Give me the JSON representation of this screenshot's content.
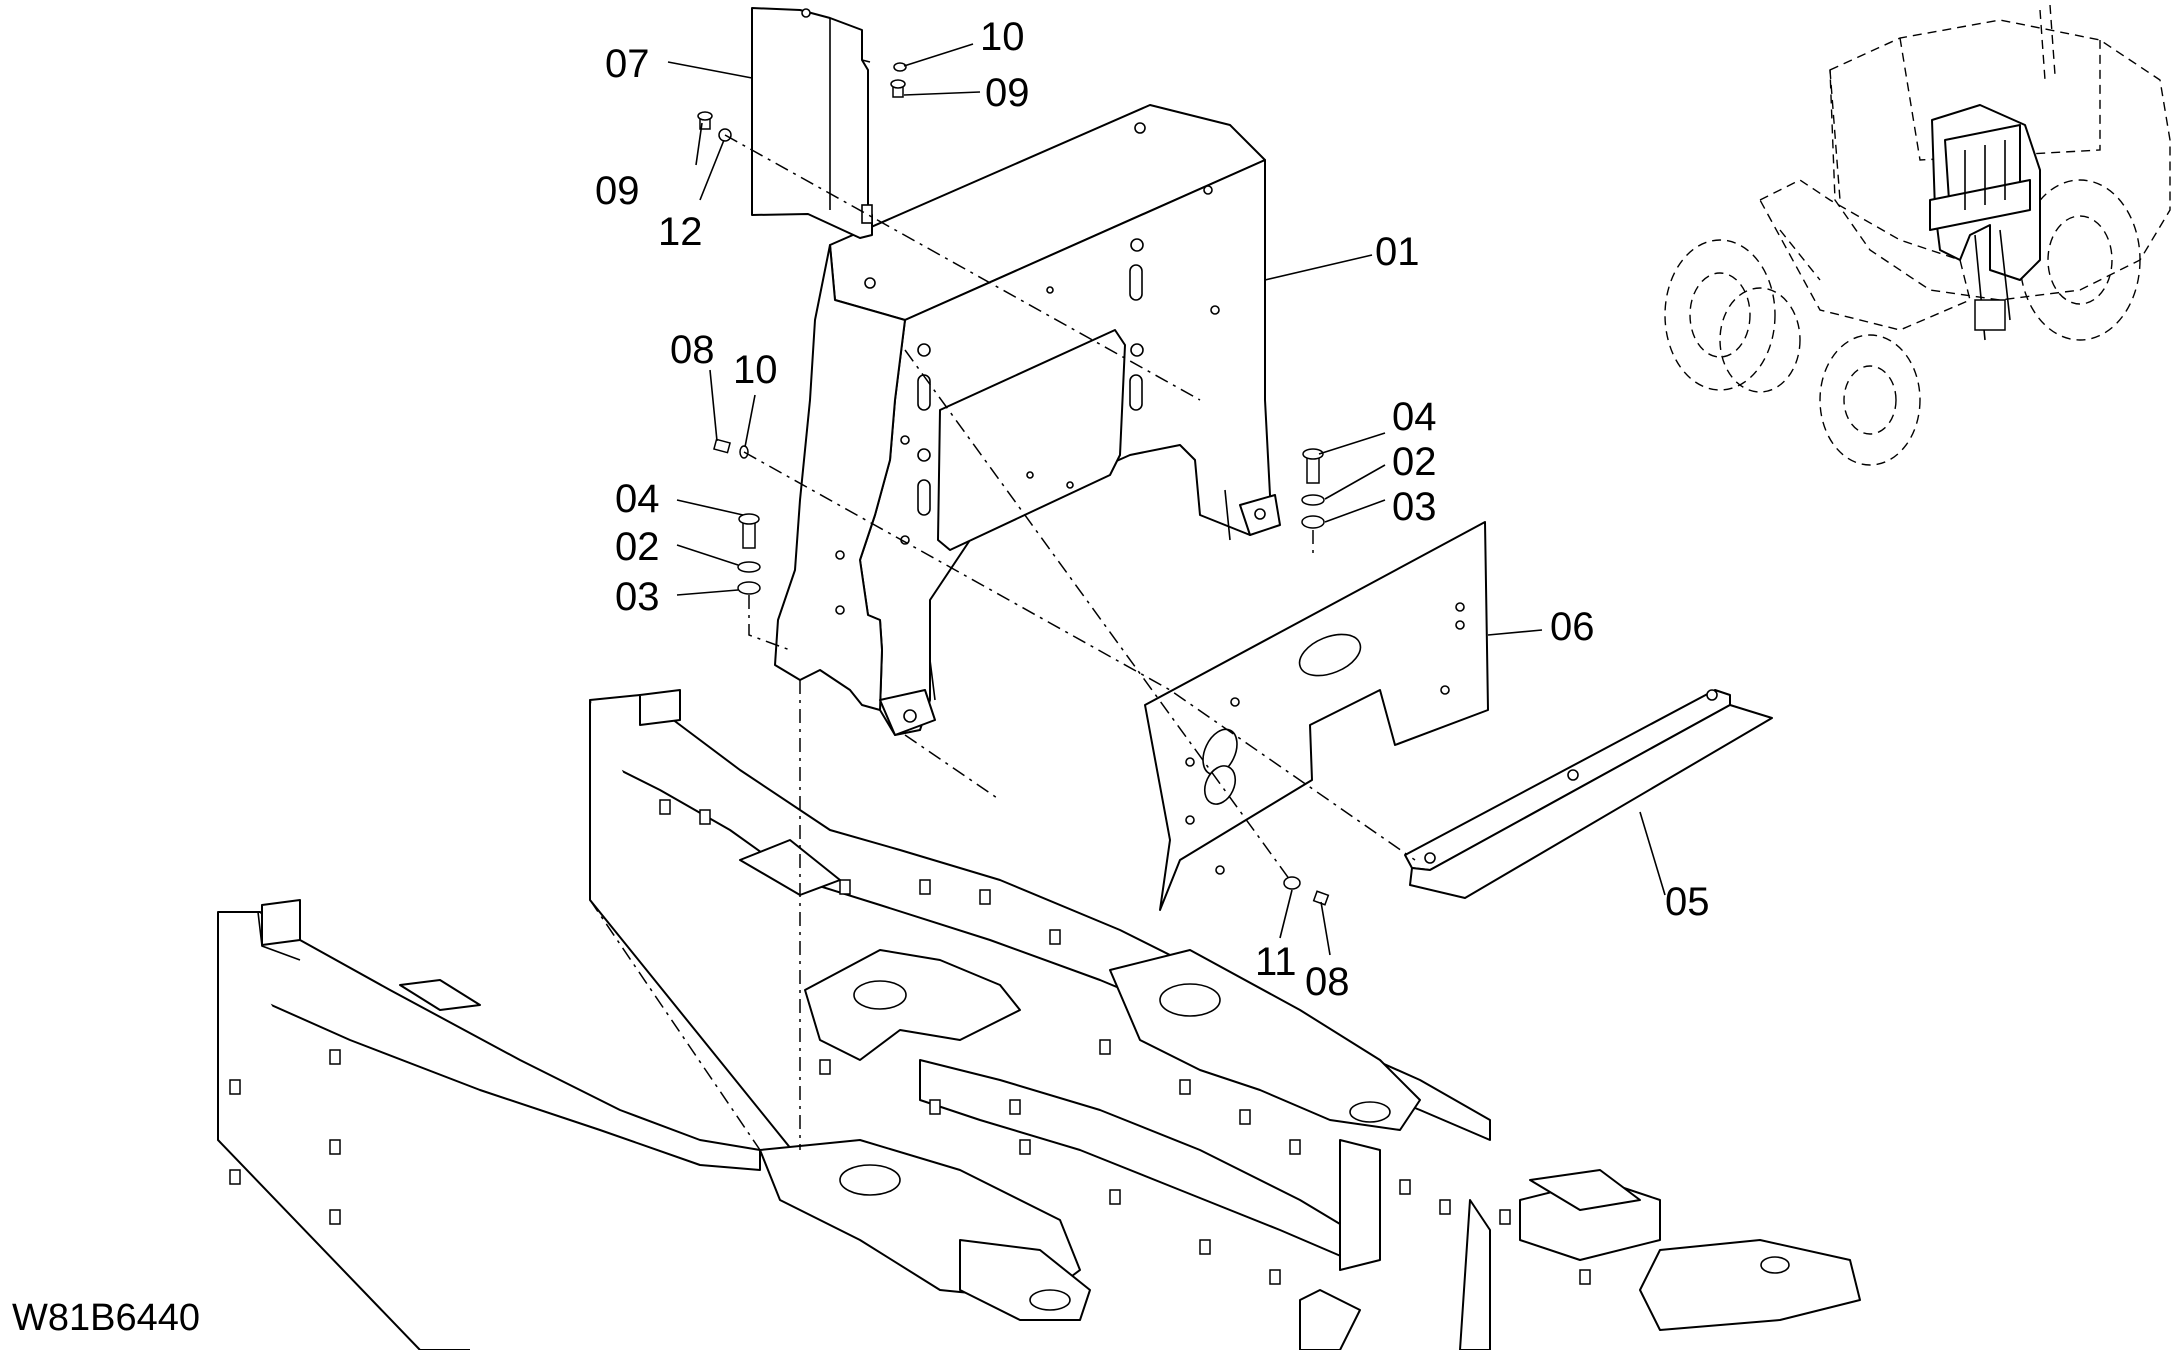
{
  "drawing_code": "W81B6440",
  "callouts": {
    "c01": "01",
    "c02a": "02",
    "c02b": "02",
    "c03a": "03",
    "c03b": "03",
    "c04a": "04",
    "c04b": "04",
    "c05": "05",
    "c06": "06",
    "c07": "07",
    "c08a": "08",
    "c08b": "08",
    "c09a": "09",
    "c09b": "09",
    "c10a": "10",
    "c10b": "10",
    "c11": "11",
    "c12": "12"
  }
}
